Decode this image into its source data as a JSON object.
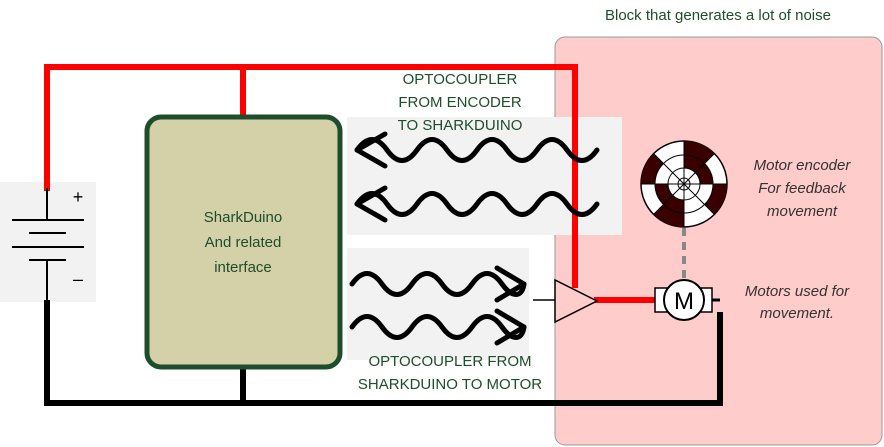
{
  "noise_block": {
    "title": "Block that generates a lot of noise"
  },
  "controller": {
    "line1": "SharkDuino",
    "line2": "And related",
    "line3": "interface"
  },
  "optocoupler_in": {
    "line1": "OPTOCOUPLER",
    "line2": "FROM ENCODER",
    "line3": "TO SHARKDUINO"
  },
  "optocoupler_out": {
    "line1": "OPTOCOUPLER FROM",
    "line2": "SHARKDUINO TO MOTOR"
  },
  "encoder": {
    "line1": "Motor encoder",
    "line2": "For feedback",
    "line3": "movement"
  },
  "motor": {
    "symbol": "M",
    "line1": "Motors used for",
    "line2": "movement."
  },
  "battery": {
    "plus": "+",
    "minus": "–"
  },
  "colors": {
    "positive_wire": "#ff0000",
    "ground_wire": "#000000",
    "controller_fill": "#d4d1a8",
    "controller_border": "#1e4d2b",
    "noise_fill": "#ffcccc",
    "label_green": "#1e4d2b"
  }
}
